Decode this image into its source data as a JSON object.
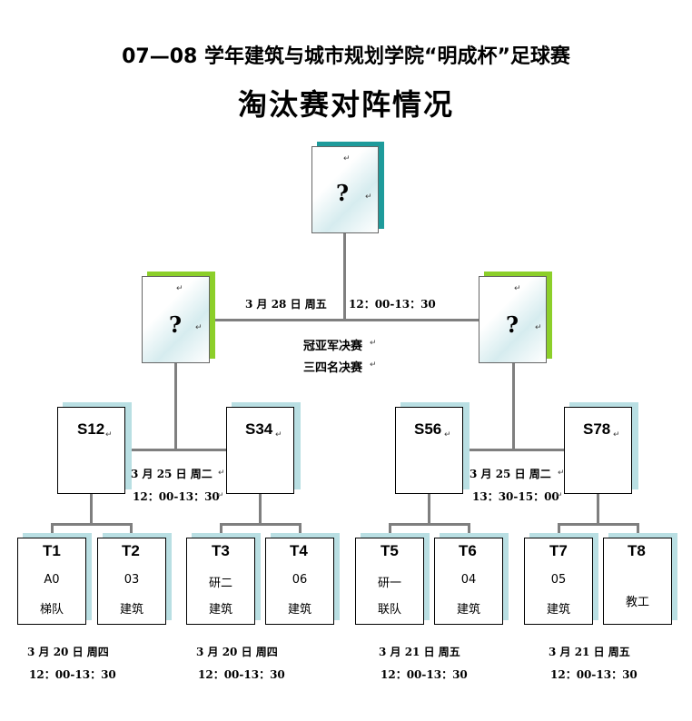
{
  "title": "07—08 学年建筑与城市规划学院“明成杯”足球赛",
  "subtitle": "淘汰赛对阵情况",
  "unknown_mark": "?",
  "return_mark": "↵",
  "final": {
    "date": "3 月 28 日  周五",
    "time": "12：00-13：30",
    "line1": "冠亚军决赛",
    "line2": "三四名决赛"
  },
  "semis": [
    {
      "label": "S12"
    },
    {
      "label": "S34"
    },
    {
      "label": "S56"
    },
    {
      "label": "S78"
    }
  ],
  "semi_schedules": [
    {
      "date": "3 月 25 日  周二",
      "time": "12：00-13：30"
    },
    {
      "date": "3 月 25 日  周二",
      "time": "13：30-15：00"
    }
  ],
  "teams": [
    {
      "id": "T1",
      "line1": "A0",
      "line2": "梯队"
    },
    {
      "id": "T2",
      "line1": "03",
      "line2": "建筑"
    },
    {
      "id": "T3",
      "line1": "研二",
      "line2": "建筑"
    },
    {
      "id": "T4",
      "line1": "06",
      "line2": "建筑"
    },
    {
      "id": "T5",
      "line1": "研一",
      "line2": "联队"
    },
    {
      "id": "T6",
      "line1": "04",
      "line2": "建筑"
    },
    {
      "id": "T7",
      "line1": "05",
      "line2": "建筑"
    },
    {
      "id": "T8",
      "line1": "",
      "line2": "教工"
    }
  ],
  "first_round_schedules": [
    {
      "date": "3 月 20 日  周四",
      "time": "12：00-13：30"
    },
    {
      "date": "3 月 20 日  周四",
      "time": "12：00-13：30"
    },
    {
      "date": "3 月 21 日  周五",
      "time": "12：00-13：30"
    },
    {
      "date": "3 月 21 日  周五",
      "time": "12：00-13：30"
    }
  ],
  "colors": {
    "line": "#7f7f7f",
    "shadow_teal": "#1e9b9b",
    "shadow_green": "#8ccf2a",
    "shadow_light": "#b9dfe3"
  }
}
